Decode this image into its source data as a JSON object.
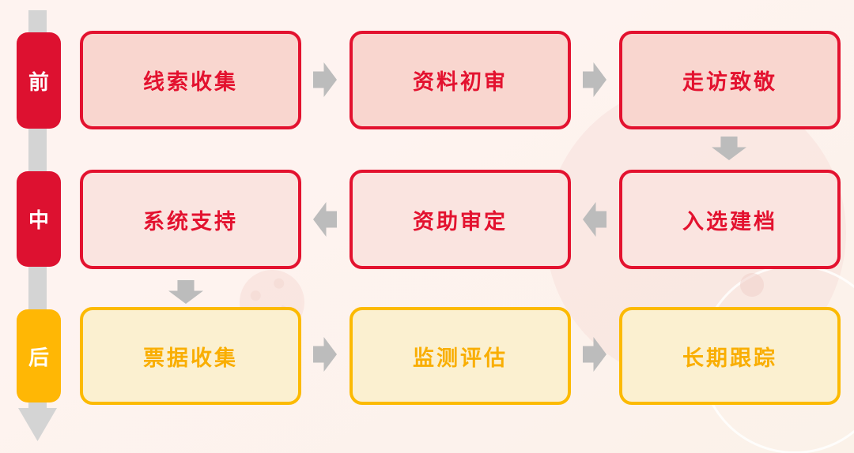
{
  "colors": {
    "red": "#E3122F",
    "red_fill_row1": "#F9D6CF",
    "red_fill_row2": "#FAE4E0",
    "yellow": "#FCBA02",
    "yellow_fill": "#FBF0D0",
    "yellow_text": "#F9AE02",
    "badge_red": "#DD1130",
    "badge_yellow": "#FFB705",
    "gray_line": "#D4D4D4",
    "gray_arrow": "#BCBCBC",
    "bg_top": "#FEF3F0",
    "bg_bottom": "#FBF2E9",
    "decor_pink": "#F7DCD7",
    "decor_feature": "#F0CEC7"
  },
  "timeline": {
    "badges": [
      {
        "label": "前"
      },
      {
        "label": "中"
      },
      {
        "label": "后"
      }
    ]
  },
  "flow": {
    "rows": [
      {
        "phase": "前",
        "flow_direction": "left-to-right",
        "steps": [
          "线索收集",
          "资料初审",
          "走访致敬"
        ]
      },
      {
        "phase": "中",
        "flow_direction": "right-to-left",
        "steps": [
          "系统支持",
          "资助审定",
          "入选建档"
        ]
      },
      {
        "phase": "后",
        "flow_direction": "left-to-right",
        "steps": [
          "票据收集",
          "监测评估",
          "长期跟踪"
        ]
      }
    ]
  }
}
